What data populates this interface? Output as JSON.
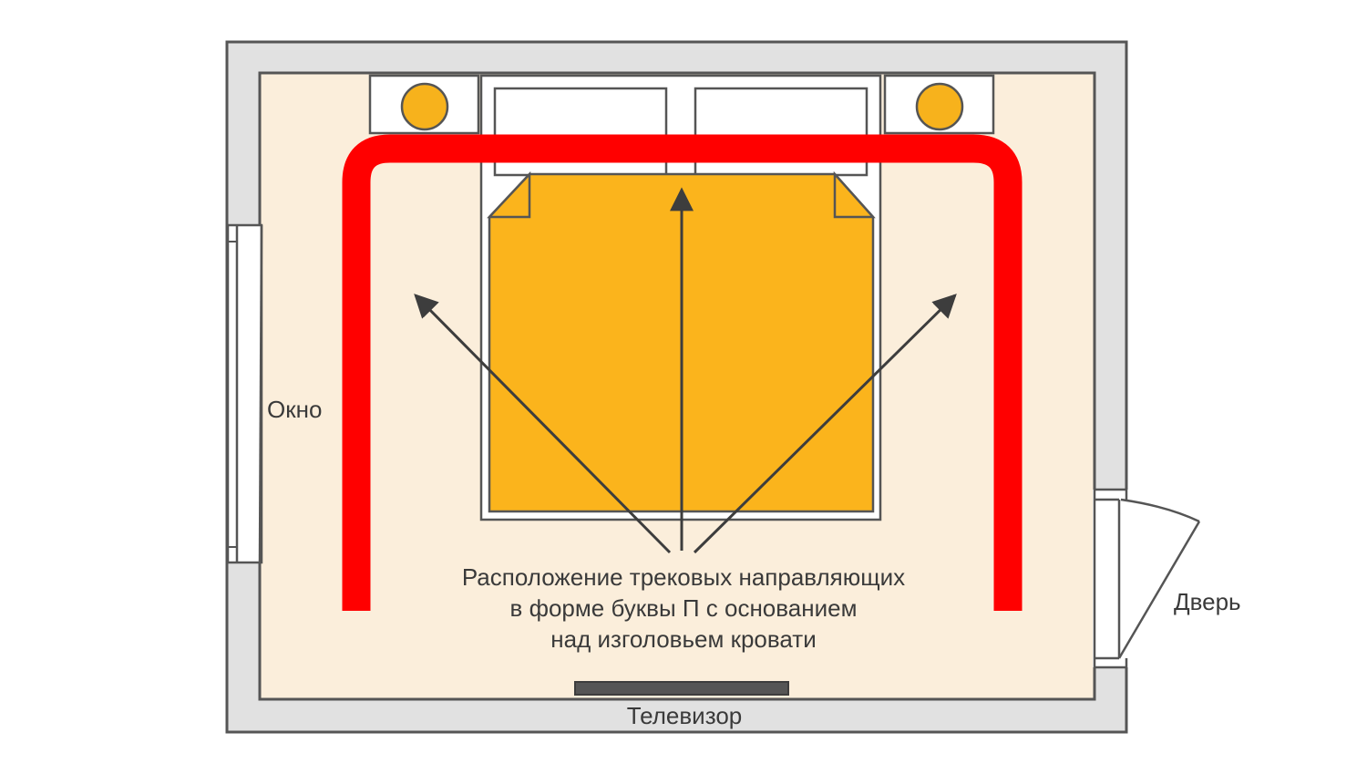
{
  "labels": {
    "window": "Окно",
    "door": "Дверь",
    "tv": "Телевизор"
  },
  "caption": {
    "line1": "Расположение трековых направляющих",
    "line2": "в форме буквы П с основанием",
    "line3": "над изголовьем кровати"
  },
  "colors": {
    "wall": "#e1e1e1",
    "wall_stroke": "#555555",
    "floor": "#fbeedb",
    "track": "#ff0000",
    "bed": "#fbb41c",
    "lamp": "#f7b21c",
    "arrow": "#3d3d3d"
  }
}
